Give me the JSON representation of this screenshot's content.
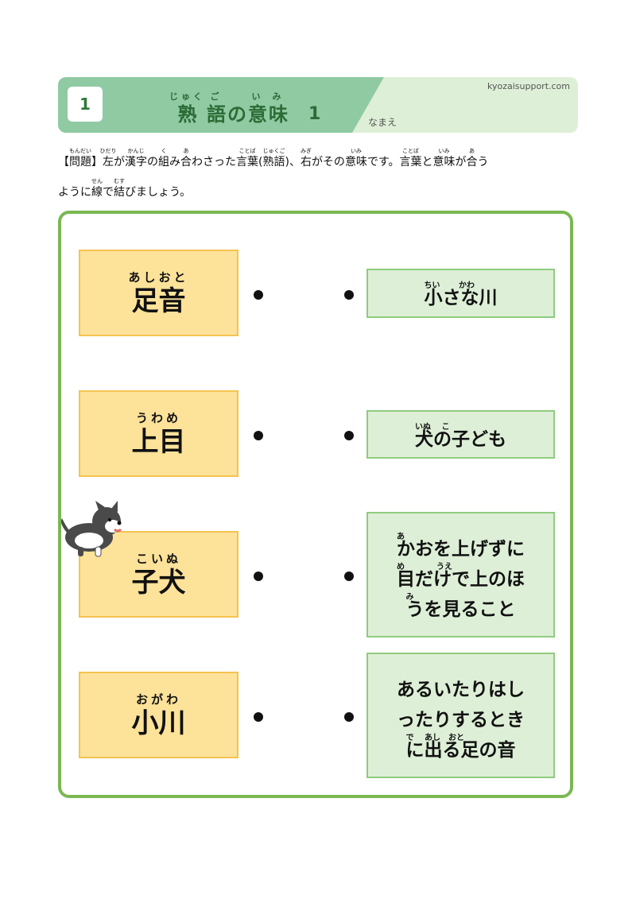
{
  "header": {
    "number": "1",
    "title_parts": [
      {
        "base": "熟",
        "ruby": "じゅく"
      },
      {
        "base": "語",
        "ruby": "ご"
      },
      {
        "base": "の",
        "ruby": ""
      },
      {
        "base": "意",
        "ruby": "い"
      },
      {
        "base": "味",
        "ruby": "み"
      }
    ],
    "title_num": "1",
    "site": "kyozaisupport.com",
    "name_label": "なまえ"
  },
  "instructions": {
    "line1_segments": [
      {
        "t": "【",
        "r": ""
      },
      {
        "t": "問題",
        "r": "もんだい"
      },
      {
        "t": "】",
        "r": ""
      },
      {
        "t": "左",
        "r": "ひだり"
      },
      {
        "t": "が",
        "r": ""
      },
      {
        "t": "漢字",
        "r": "かんじ"
      },
      {
        "t": "の",
        "r": ""
      },
      {
        "t": "組",
        "r": "く"
      },
      {
        "t": "み",
        "r": ""
      },
      {
        "t": "合",
        "r": "あ"
      },
      {
        "t": "わさった",
        "r": ""
      },
      {
        "t": "言葉",
        "r": "ことば"
      },
      {
        "t": "(",
        "r": ""
      },
      {
        "t": "熟語",
        "r": "じゅくご"
      },
      {
        "t": ")、",
        "r": ""
      },
      {
        "t": "右",
        "r": "みぎ"
      },
      {
        "t": "がその",
        "r": ""
      },
      {
        "t": "意味",
        "r": "いみ"
      },
      {
        "t": "です。",
        "r": ""
      },
      {
        "t": "言葉",
        "r": "ことば"
      },
      {
        "t": "と",
        "r": ""
      },
      {
        "t": "意味",
        "r": "いみ"
      },
      {
        "t": "が",
        "r": ""
      },
      {
        "t": "合",
        "r": "あ"
      },
      {
        "t": "う",
        "r": ""
      }
    ],
    "line2_segments": [
      {
        "t": "ように",
        "r": ""
      },
      {
        "t": "線",
        "r": "せん"
      },
      {
        "t": "で",
        "r": ""
      },
      {
        "t": "結",
        "r": "むす"
      },
      {
        "t": "びましょう。",
        "r": ""
      }
    ]
  },
  "left_items": [
    {
      "ruby": "あしおと",
      "word": "足音"
    },
    {
      "ruby": "うわめ",
      "word": "上目"
    },
    {
      "ruby": "こいぬ",
      "word": "子犬"
    },
    {
      "ruby": "おがわ",
      "word": "小川"
    }
  ],
  "right_items": [
    {
      "lines": [
        {
          "text": "小さな川",
          "ruby": "ちい　　 かわ"
        }
      ]
    },
    {
      "lines": [
        {
          "text": "犬の子ども",
          "ruby": "いぬ　 こ"
        }
      ]
    },
    {
      "lines": [
        {
          "text": "かおを上げずに",
          "ruby": "あ"
        },
        {
          "text": "目だけで上のほ",
          "ruby": "め　　　　うえ"
        },
        {
          "text": "うを見ること",
          "ruby": "み"
        }
      ]
    },
    {
      "lines": [
        {
          "text": "あるいたりはし",
          "ruby": ""
        },
        {
          "text": "ったりするとき",
          "ruby": ""
        },
        {
          "text": "に出る足の音",
          "ruby": "で　 あし　おと"
        }
      ]
    }
  ],
  "colors": {
    "header_dark": "#8fcaa3",
    "header_light": "#deefd7",
    "frame_border": "#79b851",
    "left_fill": "#fde29a",
    "right_fill": "#deefd7"
  },
  "icons": {
    "dog": "puppy-illustration"
  }
}
